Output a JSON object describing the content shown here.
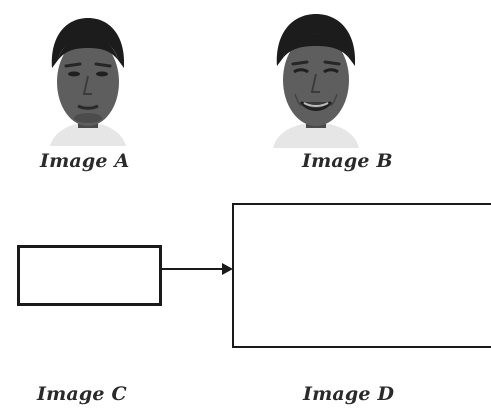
{
  "captions": {
    "image_a": "Image A",
    "image_b": "Image B",
    "image_c": "Image C",
    "image_d": "Image D"
  },
  "colors": {
    "ink": "#1a1a1a",
    "caption": "#2a2a2a",
    "background": "#ffffff",
    "face_skin": "#5e5e5e",
    "hair": "#1c1c1c",
    "shirt": "#e8e8e8"
  },
  "icons": {
    "face_a": "face-portrait-neutral-icon",
    "face_b": "face-portrait-smiling-icon",
    "arrow": "arrow-right-icon"
  }
}
